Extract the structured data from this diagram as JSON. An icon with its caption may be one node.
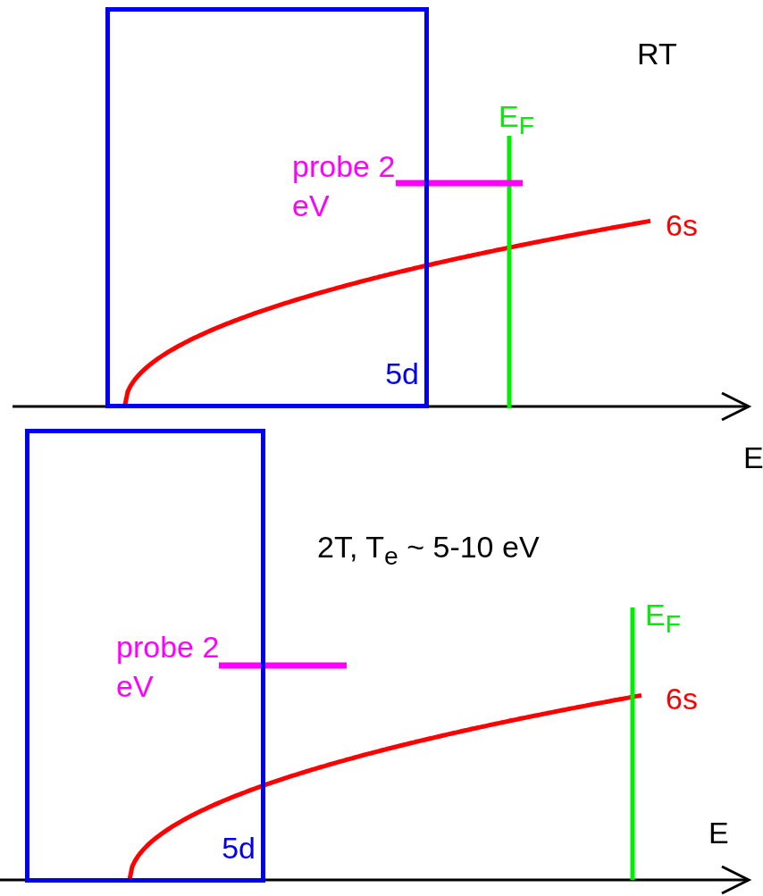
{
  "diagram": {
    "nodes": [
      {
        "text": [
          "5d"
        ]
      },
      {
        "text": [
          "5d"
        ]
      }
    ],
    "labels": [
      "RT",
      "E$_{F}$",
      "probe 2 eV",
      "6s",
      "E",
      "2T,  T$_{e}$ ~ 5-10 eV",
      "E$_{F}$",
      "probe 2 eV",
      "6s",
      "E"
    ]
  }
}
